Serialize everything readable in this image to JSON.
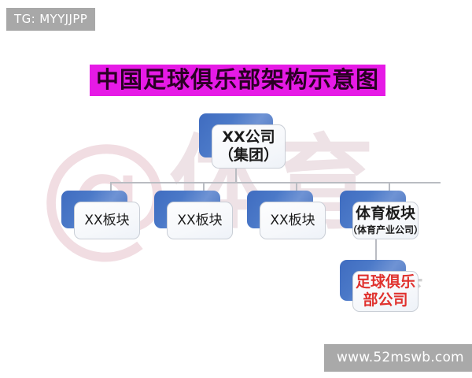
{
  "overlays": {
    "tg_badge": "TG: MYYJJPP",
    "url_badge": "www.52mswb.com",
    "watermark_at": "@",
    "watermark_cn": "体育",
    "watermark_sport": "体育",
    "watermark_arrow": "❯"
  },
  "title": {
    "text": "中国足球俱乐部架构示意图",
    "highlight_color": "#e61ae6",
    "text_color": "#2a0024"
  },
  "colors": {
    "node_shadow_blue": "#3f6cc0",
    "node_fill": "#f6f8fb",
    "node_border": "#c9ced6",
    "connector": "#b9bcc2",
    "club_text_red": "#e0322e",
    "badge_gray": "#a8a8a8"
  },
  "chart_data": {
    "type": "diagram",
    "title": "中国足球俱乐部架构示意图",
    "orientation": "top-down",
    "nodes": [
      {
        "id": "root",
        "level": 0,
        "line1": "XX公司",
        "line2": "（集团）",
        "sub": "",
        "text_color": "#1b1b1b"
      },
      {
        "id": "b1",
        "level": 1,
        "line1": "XX板块",
        "line2": "",
        "sub": "",
        "text_color": "#1b1b1b"
      },
      {
        "id": "b2",
        "level": 1,
        "line1": "XX板块",
        "line2": "",
        "sub": "",
        "text_color": "#1b1b1b"
      },
      {
        "id": "b3",
        "level": 1,
        "line1": "XX板块",
        "line2": "",
        "sub": "",
        "text_color": "#1b1b1b"
      },
      {
        "id": "sports",
        "level": 1,
        "line1": "体育板块",
        "line2": "",
        "sub": "（体育产业公司）",
        "text_color": "#1b1b1b"
      },
      {
        "id": "club",
        "level": 2,
        "line1": "足球俱乐",
        "line2": "部公司",
        "sub": "",
        "text_color": "#e0322e"
      }
    ],
    "edges": [
      {
        "from": "root",
        "to": "b1"
      },
      {
        "from": "root",
        "to": "b2"
      },
      {
        "from": "root",
        "to": "b3"
      },
      {
        "from": "root",
        "to": "sports"
      },
      {
        "from": "sports",
        "to": "club"
      }
    ]
  },
  "org": {
    "root": {
      "line1": "XX公司",
      "line2": "（集团）"
    },
    "b1": {
      "line1": "XX板块"
    },
    "b2": {
      "line1": "XX板块"
    },
    "b3": {
      "line1": "XX板块"
    },
    "sports": {
      "line1": "体育板块",
      "sub": "（体育产业公司）"
    },
    "club": {
      "line1": "足球俱乐",
      "line2": "部公司"
    }
  }
}
